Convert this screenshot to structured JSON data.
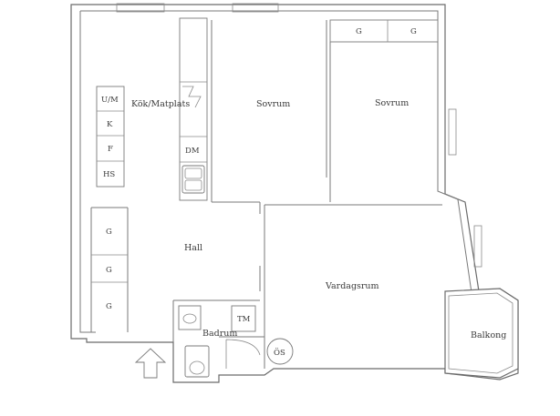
{
  "rooms": {
    "kitchen": "Kök/Matplats",
    "bedroom1": "Sovrum",
    "bedroom2": "Sovrum",
    "hall": "Hall",
    "living": "Vardagsrum",
    "bath": "Badrum",
    "balcony": "Balkong"
  },
  "fixtures": {
    "fridge": "U/M",
    "k": "K",
    "f": "F",
    "hs": "HS",
    "dm": "DM",
    "tm": "TM",
    "os": "ÖS",
    "closet_g": "G"
  },
  "entrance_arrow": "entrance-arrow"
}
